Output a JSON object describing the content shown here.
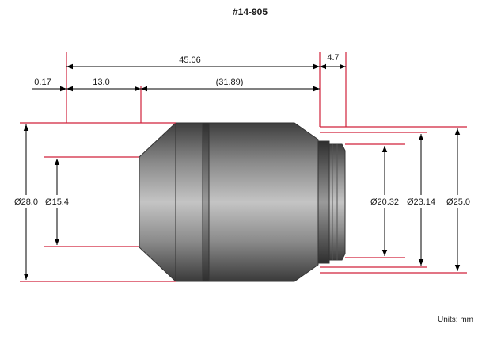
{
  "part_number": "#14-905",
  "units_label": "Units: mm",
  "colors": {
    "dimension_line": "#000000",
    "extension_line": "#d0223b",
    "body_dark": "#4a4a4a",
    "body_light": "#b8b8b8"
  },
  "dimensions": {
    "overall_length": "45.06",
    "front_offset": "0.17",
    "front_section": "13.0",
    "mid_section": "(31.89)",
    "thread_length": "4.7",
    "outer_diameter": "Ø28.0",
    "front_aperture": "Ø15.4",
    "thread_diameter": "Ø20.32",
    "thread_shoulder": "Ø23.14",
    "mount_diameter": "Ø25.0"
  }
}
